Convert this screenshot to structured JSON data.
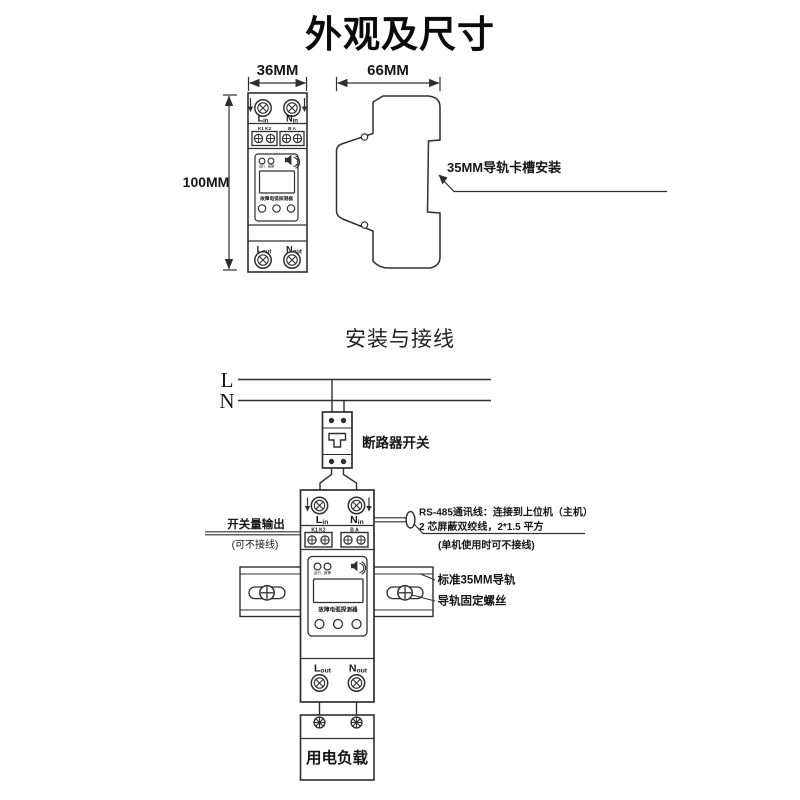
{
  "colors": {
    "ink": "#2f2f2f",
    "text": "#111111"
  },
  "dims": {
    "title": "外观及尺寸",
    "front": {
      "width": "36MM",
      "height": "100MM"
    },
    "side": {
      "width": "66MM",
      "note": "35MM导轨卡槽安装"
    }
  },
  "device": {
    "lin_main": "L",
    "lin_sub": "in",
    "nin_main": "N",
    "nin_sub": "in",
    "lout_main": "L",
    "lout_sub": "out",
    "nout_main": "N",
    "nout_sub": "out",
    "k_terminals": "K1 K2",
    "ba_terminals": "B  A",
    "run_led": "运行",
    "alarm_led": "报警",
    "panel_name": "故障电弧探测器"
  },
  "wiring": {
    "title": "安装与接线",
    "live": "L",
    "neutral": "N",
    "breaker": "断路器开关",
    "switch_output": "开关量输出",
    "switch_output_note": "(可不接线)",
    "rs485_line1": "RS-485通讯线：连接到上位机（主机）",
    "rs485_line2": "2 芯屏蔽双绞线，2*1.5 平方",
    "rs485_note": "(单机使用时可不接线)",
    "rail": "标准35MM导轨",
    "rail_screw": "导轨固定螺丝",
    "load": "用电负载"
  }
}
